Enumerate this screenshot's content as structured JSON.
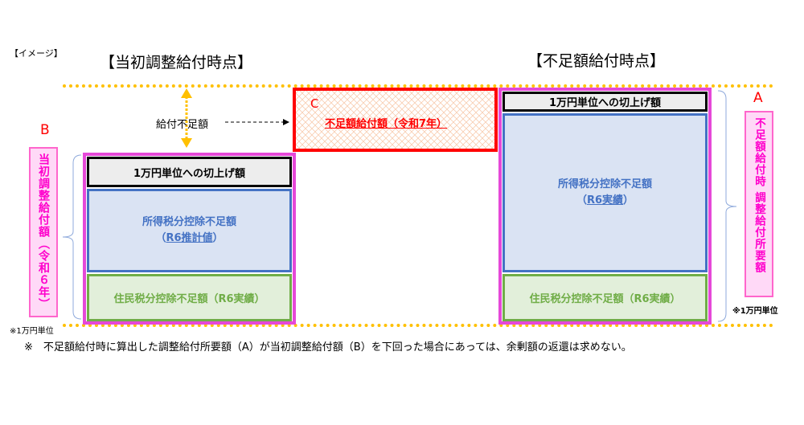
{
  "image_label": "【イメージ】",
  "left": {
    "title": "【当初調整給付時点】",
    "letter": "B",
    "side_label": "当初調整給付額（令和６年）",
    "roundup": "1万円単位への切上げ額",
    "income_tax_line1": "所得税分控除不足額",
    "income_tax_open": "（",
    "income_tax_link": "R6推計値",
    "income_tax_close": "）",
    "resident_tax": "住民税分控除不足額（R6実績）",
    "unit_note": "※1万円単位"
  },
  "middle": {
    "gap_label": "給付不足額",
    "letter": "C",
    "shortfall_label": "不足額給付額（令和7年）"
  },
  "right": {
    "title": "【不足額給付時点】",
    "letter": "A",
    "side_label": "不足額給付時 調整給付所要額",
    "roundup": "1万円単位への切上げ額",
    "income_tax_line1": "所得税分控除不足額",
    "income_tax_open": "（",
    "income_tax_link": "R6実績",
    "income_tax_close": "）",
    "resident_tax": "住民税分控除不足額（R6実績）",
    "unit_note": "※1万円単位"
  },
  "footnote": "※　不足額給付時に算出した調整給付所要額（A）が当初調整給付額（B）を下回った場合にあっては、余剰額の返還は求めない。",
  "colors": {
    "dotted": "#FFC000",
    "outer": "#E548D8",
    "red": "#FF0000",
    "blue": "#4472C4",
    "green": "#70AD47",
    "magenta": "#FF00CC"
  }
}
